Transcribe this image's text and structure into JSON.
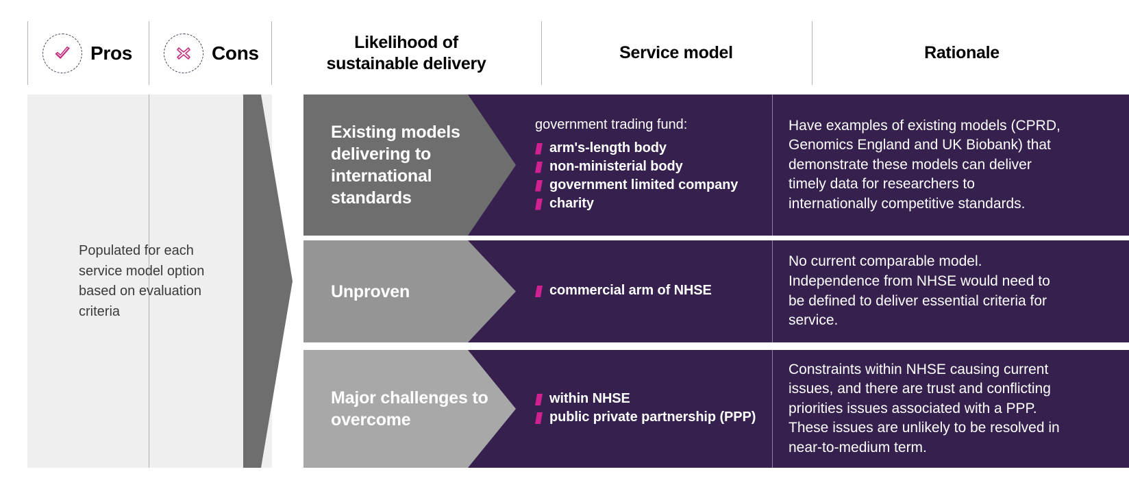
{
  "header": {
    "pros": {
      "label": "Pros",
      "icon": "check-circle-icon"
    },
    "cons": {
      "label": "Cons",
      "icon": "cross-circle-icon"
    },
    "columns": [
      {
        "id": "likelihood",
        "label": "Likelihood of\nsustainable delivery",
        "line1": "Likelihood of",
        "line2": "sustainable delivery"
      },
      {
        "id": "service",
        "label": "Service model"
      },
      {
        "id": "rationale",
        "label": "Rationale"
      }
    ]
  },
  "left_panel": {
    "note": "Populated for each service model option based on evaluation criteria"
  },
  "rows": [
    {
      "id": "existing-models",
      "title": "Existing models delivering to international standards",
      "chevron_color": "#6e6e6e",
      "models_lead": "government trading fund:",
      "models": [
        "arm's-length body",
        "non-ministerial body",
        "government limited company",
        "charity"
      ],
      "rationale": "Have examples of existing models (CPRD, Genomics England and UK Biobank) that demonstrate these models can deliver timely data for researchers to internationally competitive standards."
    },
    {
      "id": "unproven",
      "title": "Unproven",
      "chevron_color": "#959595",
      "models_lead": "",
      "models": [
        "commercial arm of NHSE"
      ],
      "rationale": "No current comparable model. Independence from NHSE would need to be defined to deliver essential criteria for service."
    },
    {
      "id": "major-challenges",
      "title": "Major challenges to overcome",
      "chevron_color": "#a8a8a8",
      "models_lead": "",
      "models": [
        "within NHSE",
        "public private partnership (PPP)"
      ],
      "rationale": "Constraints within NHSE causing current issues, and there are trust and conflicting priorities issues associated with a PPP. These issues are unlikely to be resolved in near-to-medium term."
    }
  ],
  "colors": {
    "purple": "#35204e",
    "pink": "#d1208f",
    "panel_grey": "#efefef",
    "arrow_grey": "#6e6e6e",
    "divider": "#b3b3b3"
  }
}
